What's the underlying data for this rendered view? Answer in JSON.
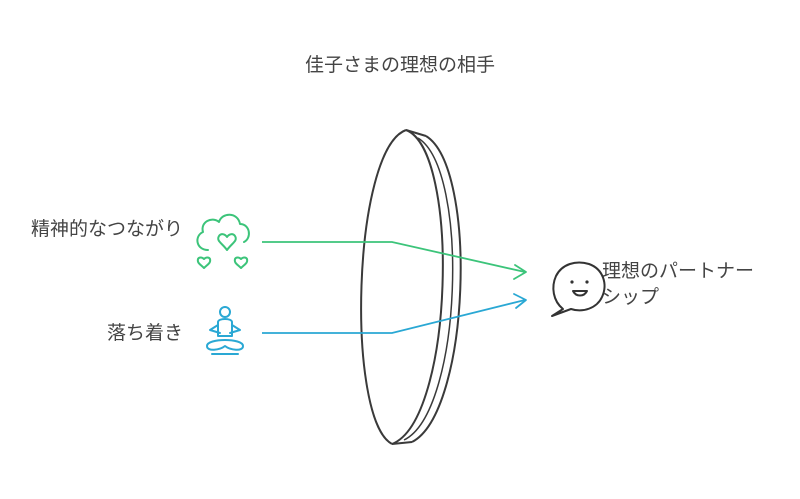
{
  "title": "佳子さまの理想の相手",
  "inputs": [
    {
      "label": "精神的なつながり",
      "icon": "cloud-hearts-icon",
      "color": "#3cc47a"
    },
    {
      "label": "落ち着き",
      "icon": "meditation-person-icon",
      "color": "#2aa8d4"
    }
  ],
  "output": {
    "label": "理想のパートナーシップ",
    "icon": "speech-bubble-smile-icon"
  },
  "lens": {
    "icon": "lens-icon"
  },
  "colors": {
    "text": "#444444",
    "lens_stroke": "#3a3a3a",
    "green": "#3cc47a",
    "blue": "#2aa8d4"
  }
}
